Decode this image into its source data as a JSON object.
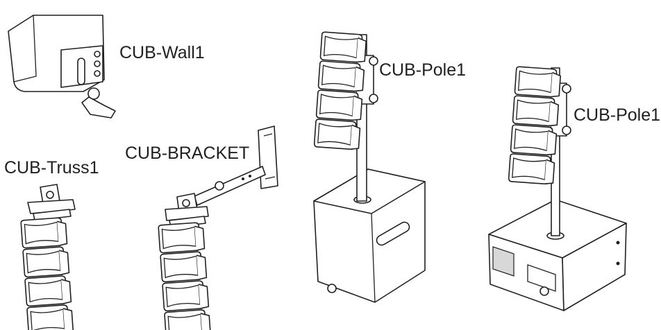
{
  "labels": {
    "wall": "CUB-Wall1",
    "truss": "CUB-Truss1",
    "bracket": "CUB-BRACKET",
    "pole_a": "CUB-Pole1",
    "pole_b": "CUB-Pole1"
  }
}
